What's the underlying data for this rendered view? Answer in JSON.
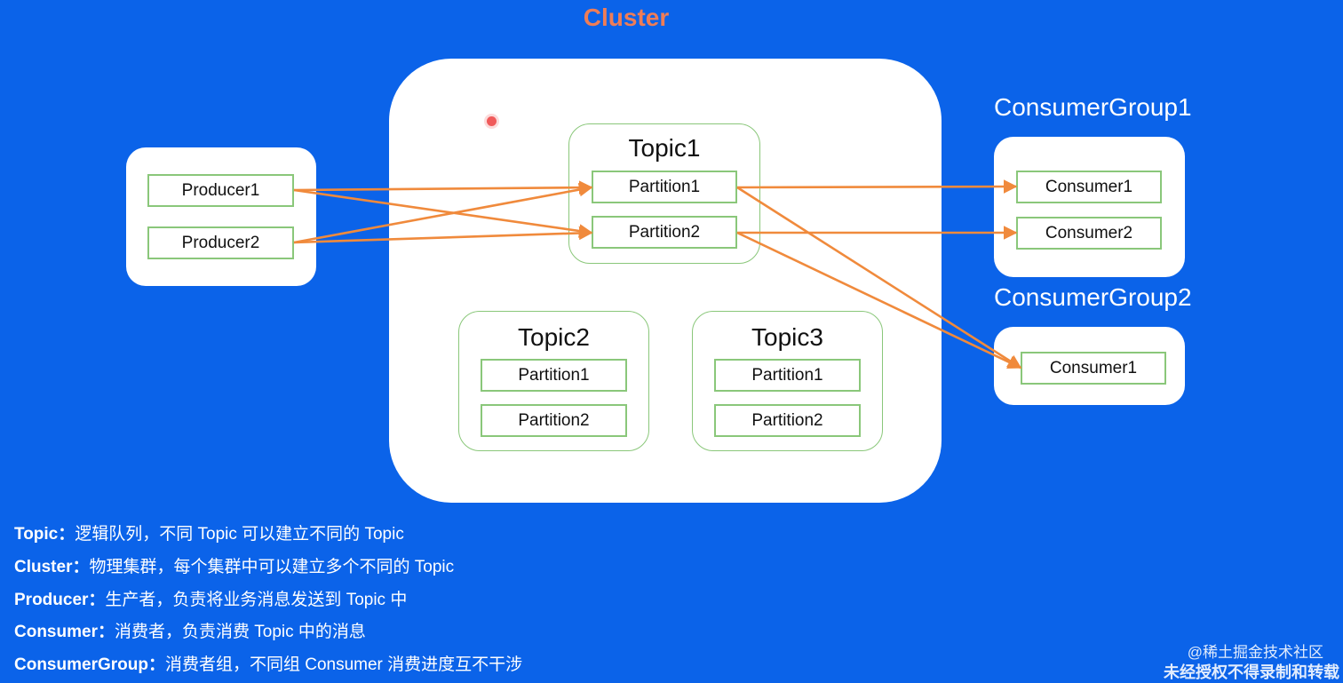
{
  "diagram": {
    "title": "Cluster",
    "producers": [
      {
        "label": "Producer1"
      },
      {
        "label": "Producer2"
      }
    ],
    "topics": [
      {
        "label": "Topic1",
        "partitions": [
          {
            "label": "Partition1"
          },
          {
            "label": "Partition2"
          }
        ]
      },
      {
        "label": "Topic2",
        "partitions": [
          {
            "label": "Partition1"
          },
          {
            "label": "Partition2"
          }
        ]
      },
      {
        "label": "Topic3",
        "partitions": [
          {
            "label": "Partition1"
          },
          {
            "label": "Partition2"
          }
        ]
      }
    ],
    "consumer_groups": [
      {
        "label": "ConsumerGroup1",
        "consumers": [
          {
            "label": "Consumer1"
          },
          {
            "label": "Consumer2"
          }
        ]
      },
      {
        "label": "ConsumerGroup2",
        "consumers": [
          {
            "label": "Consumer1"
          }
        ]
      }
    ],
    "connections": [
      {
        "from": "Producer1",
        "to": "Topic1.Partition1"
      },
      {
        "from": "Producer1",
        "to": "Topic1.Partition2"
      },
      {
        "from": "Producer2",
        "to": "Topic1.Partition1"
      },
      {
        "from": "Producer2",
        "to": "Topic1.Partition2"
      },
      {
        "from": "Topic1.Partition1",
        "to": "ConsumerGroup1.Consumer1"
      },
      {
        "from": "Topic1.Partition2",
        "to": "ConsumerGroup1.Consumer2"
      },
      {
        "from": "Topic1.Partition1",
        "to": "ConsumerGroup2.Consumer1"
      },
      {
        "from": "Topic1.Partition2",
        "to": "ConsumerGroup2.Consumer1"
      }
    ],
    "colors": {
      "background": "#0b63e9",
      "title": "#ee7d57",
      "box_border": "#8ac77a",
      "arrow": "#f08a3c",
      "marker": "#f05a5a"
    }
  },
  "notes": [
    {
      "term": "Topic：",
      "text": "逻辑队列，不同 Topic 可以建立不同的 Topic"
    },
    {
      "term": "Cluster：",
      "text": "物理集群，每个集群中可以建立多个不同的 Topic"
    },
    {
      "term": "Producer：",
      "text": "生产者，负责将业务消息发送到 Topic 中"
    },
    {
      "term": "Consumer：",
      "text": "消费者，负责消费 Topic 中的消息"
    },
    {
      "term": "ConsumerGroup：",
      "text": "消费者组，不同组 Consumer 消费进度互不干涉"
    }
  ],
  "watermark": {
    "source": "@稀土掘金技术社区",
    "notice": "未经授权不得录制和转载"
  }
}
